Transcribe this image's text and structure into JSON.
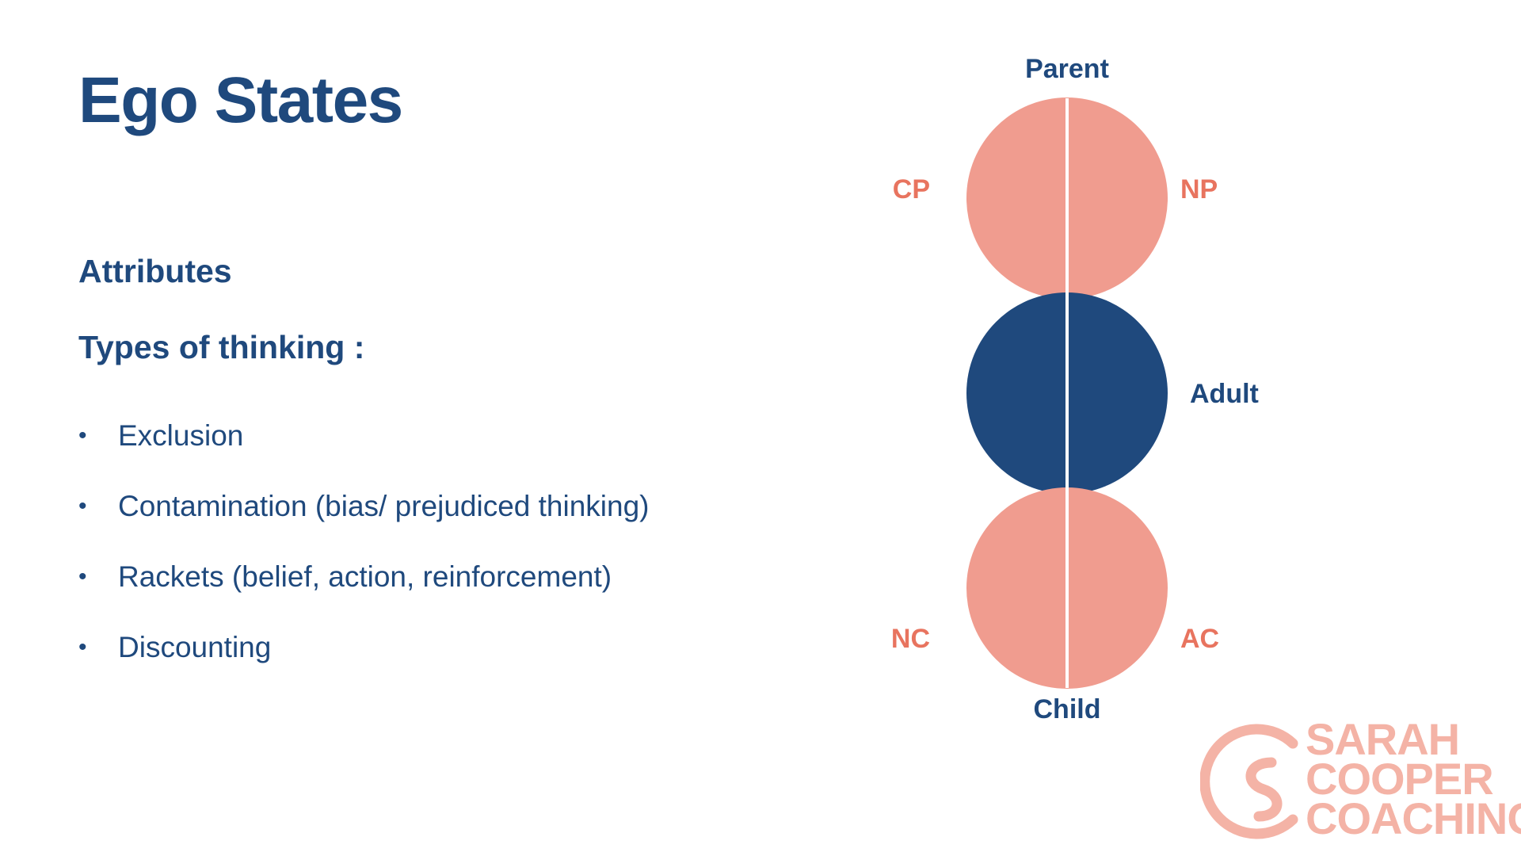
{
  "slide": {
    "title": "Ego States",
    "heading_attributes": "Attributes",
    "heading_thinking": "Types of thinking :",
    "bullet_glyph": "•",
    "bullets": [
      "Exclusion",
      "Contamination (bias/ prejudiced thinking)",
      "Rackets (belief, action, reinforcement)",
      "Discounting"
    ]
  },
  "diagram": {
    "labels": {
      "parent": "Parent",
      "child": "Child",
      "adult": "Adult",
      "cp": "CP",
      "np": "NP",
      "nc": "NC",
      "ac": "AC"
    },
    "colors": {
      "parent_fill": "#f09c8f",
      "adult_fill": "#1f497d",
      "child_fill": "#f09c8f",
      "divider": "#ffffff",
      "navy_text": "#1f497d",
      "coral_text": "#e8745f"
    }
  },
  "logo": {
    "line1": "SARAH",
    "line2": "COOPER",
    "line3": "COACHING",
    "color": "#f4b3a6"
  }
}
